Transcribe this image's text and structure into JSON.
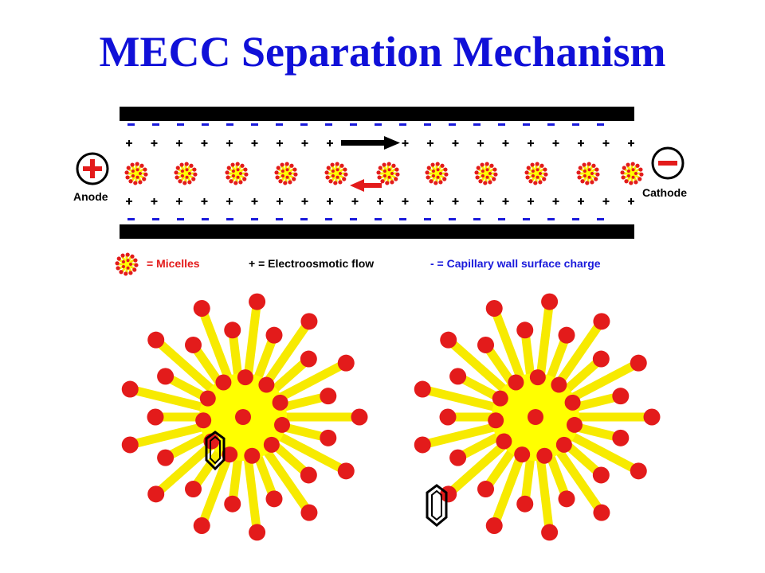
{
  "title": "MECC Separation Mechanism",
  "labels": {
    "anode": "Anode",
    "cathode": "Cathode"
  },
  "legend": {
    "micelles": "= Micelles",
    "eof": "+ = Electroosmotic flow",
    "wall": "- = Capillary wall surface charge"
  },
  "colors": {
    "title": "#1010d8",
    "legend_blue": "#1a1adb",
    "tail": "#f7ea00",
    "core": "#ffff00",
    "head": "#e31b1b",
    "wall": "#000000"
  },
  "icons": {
    "anode": "plus-circle-icon",
    "cathode": "minus-circle-icon",
    "eof_arrow": "arrow-right-icon",
    "micelle_arrow": "arrow-left-icon",
    "analyte": "hexagon-icon"
  }
}
